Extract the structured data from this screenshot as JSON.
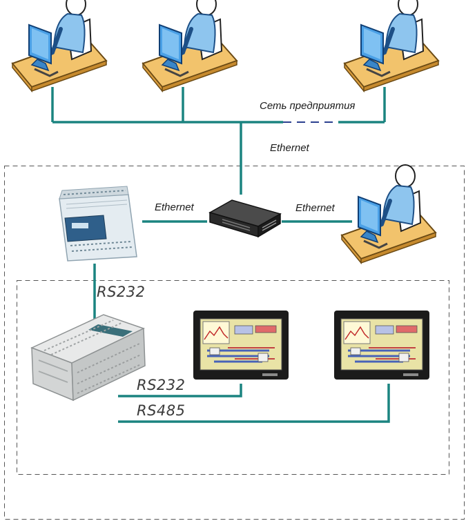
{
  "labels": {
    "enterprise_network": "Сеть предприятия",
    "ethernet_uplink": "Ethernet",
    "ethernet_controller": "Ethernet",
    "ethernet_workstation": "Ethernet",
    "rs232_controller_plc": "RS232",
    "rs232_plc_panel": "RS232",
    "rs485_plc_panel": "RS485"
  },
  "icons": {
    "workstation": "workstation-icon",
    "switch": "network-switch-icon",
    "controller": "controller-icon",
    "plc": "plc-icon",
    "panel": "touch-panel-icon"
  },
  "colors": {
    "link": "#1b8480",
    "dashed_border": "#555555",
    "dashed_segment": "#2b3f8f"
  }
}
